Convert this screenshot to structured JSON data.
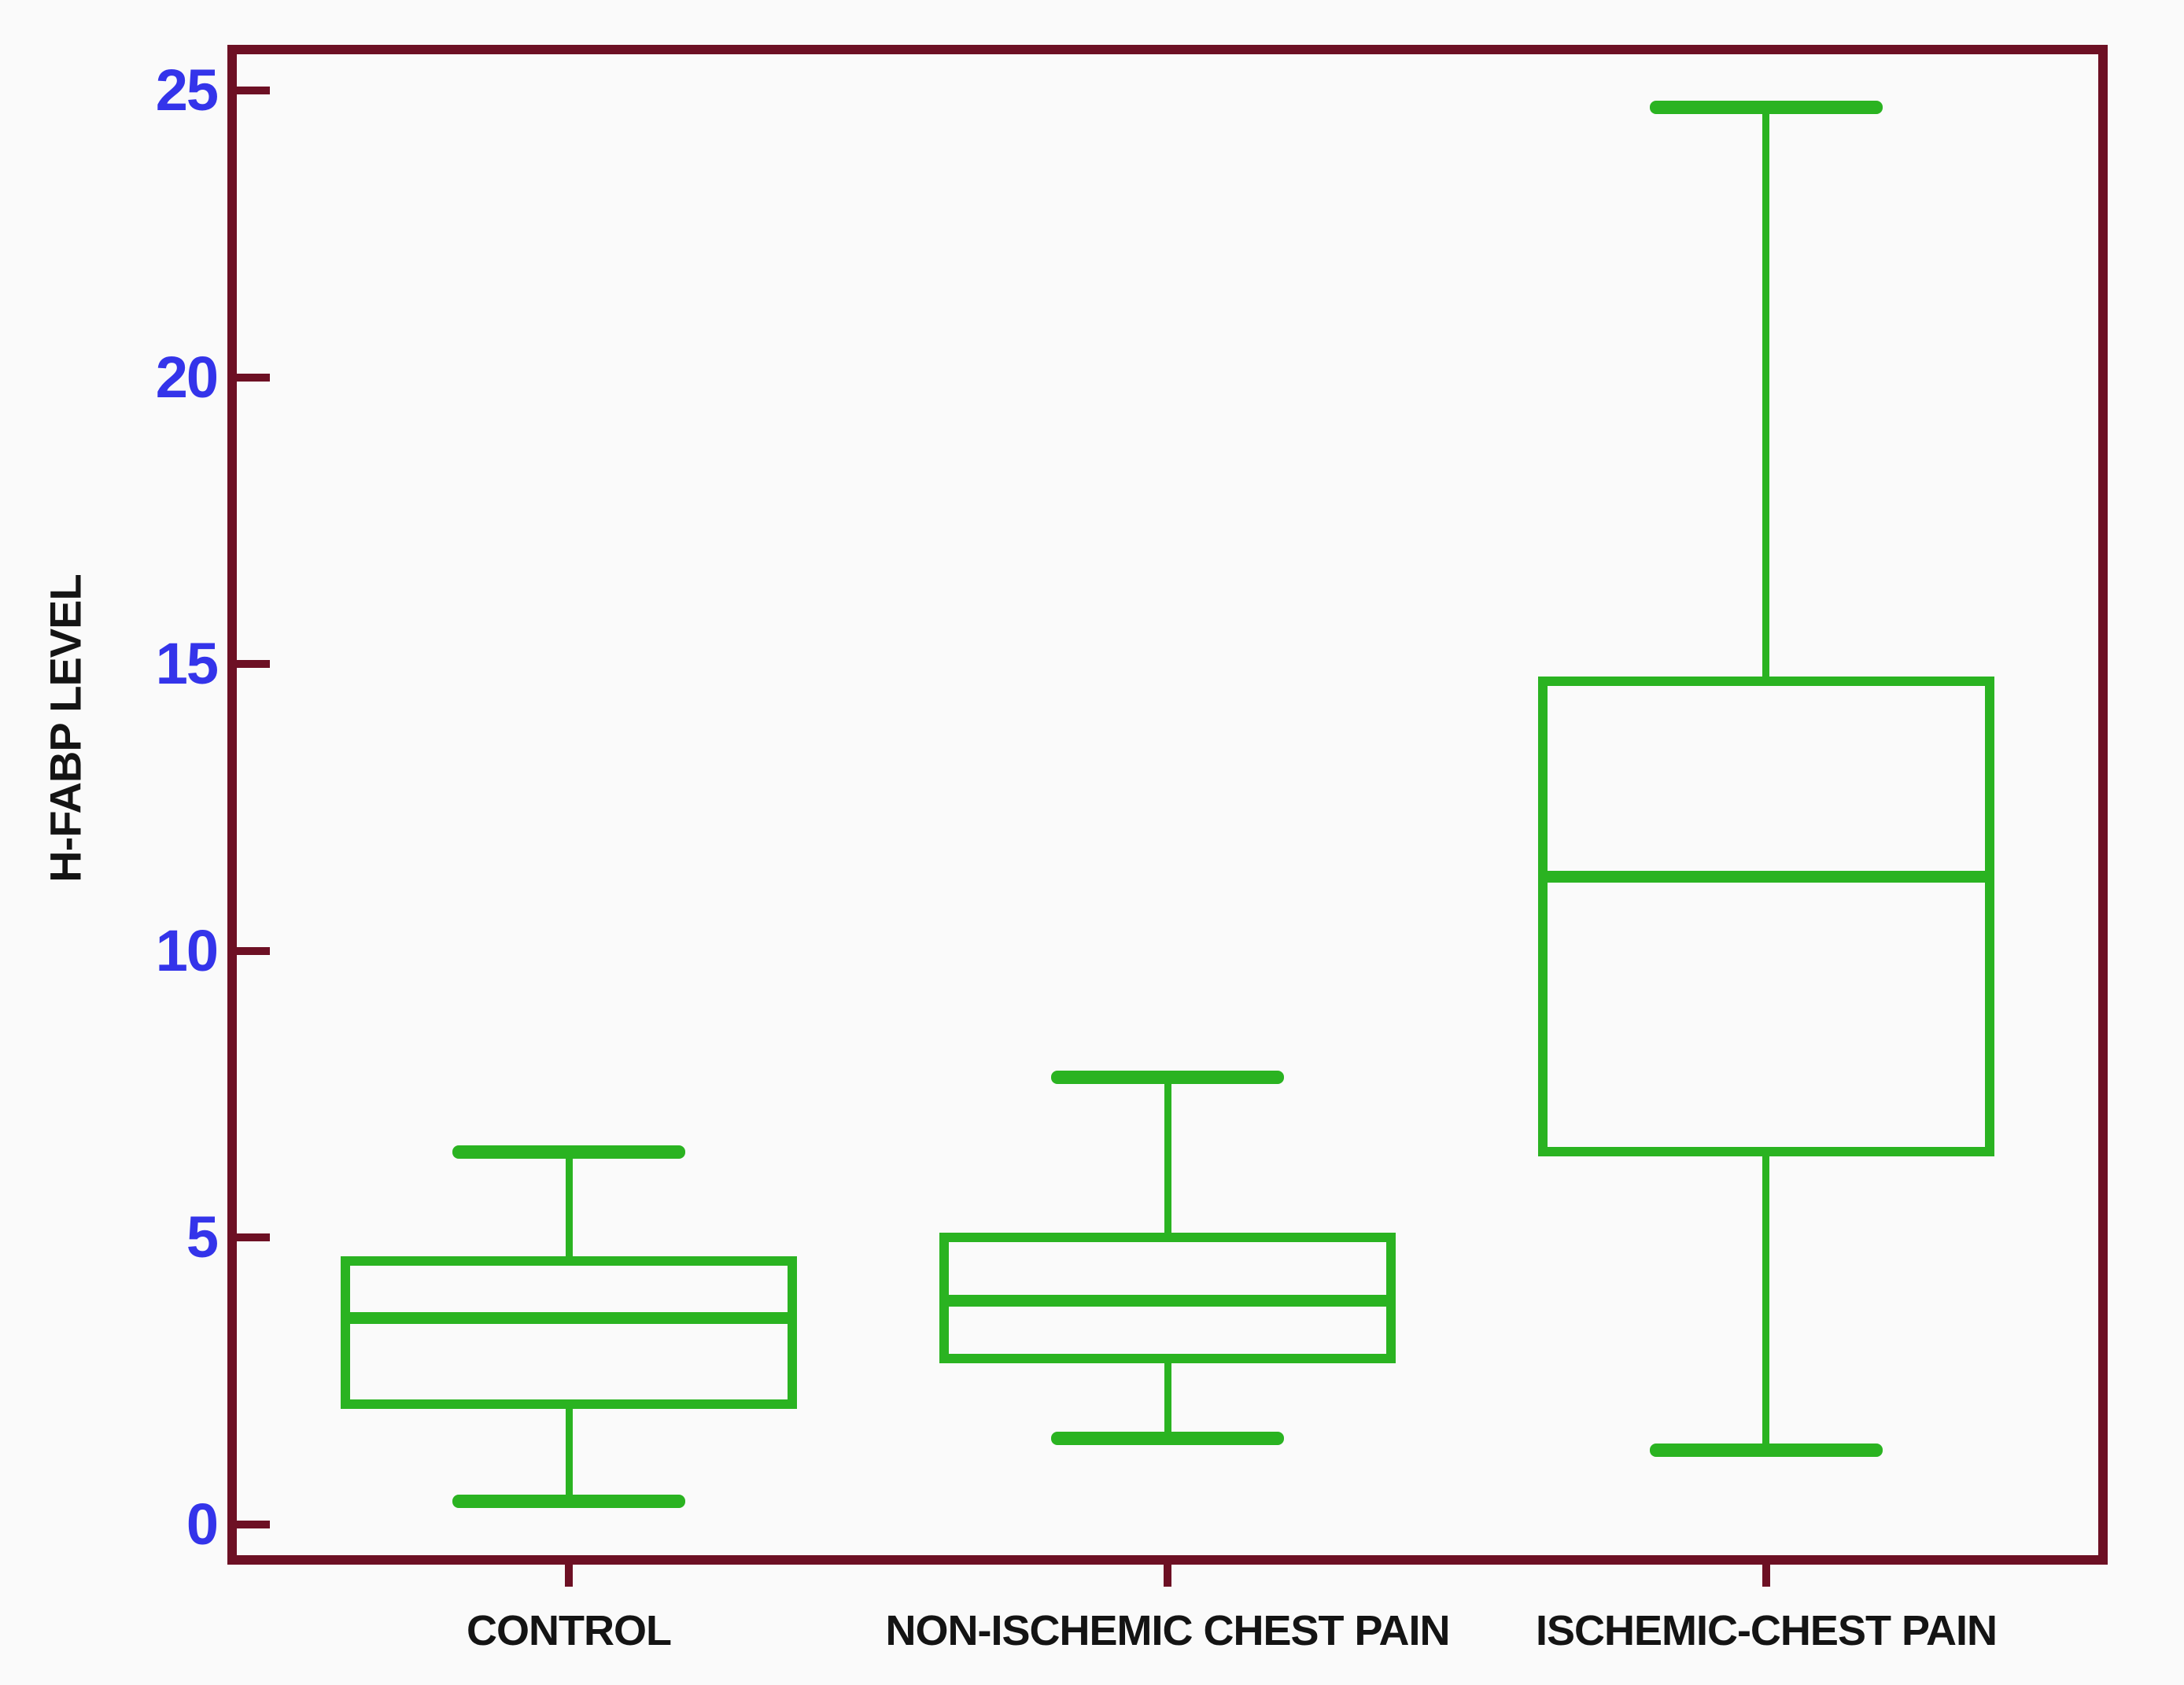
{
  "figure": {
    "colors": {
      "background": "#fafafa",
      "frame": "#6d1024",
      "box": "#2ab321",
      "tick_label": "#3434ea",
      "text": "#141414"
    }
  },
  "chart_data": {
    "type": "boxplot",
    "title": "",
    "xlabel": "",
    "ylabel": "H-FABP LEVEL",
    "ylim": [
      -0.6,
      25.7
    ],
    "y_ticks": [
      0,
      5,
      10,
      15,
      20,
      25
    ],
    "grid": false,
    "legend": false,
    "categories": [
      "CONTROL",
      "NON-ISCHEMIC CHEST PAIN",
      "ISCHEMIC-CHEST PAIN"
    ],
    "series": [
      {
        "name": "CONTROL",
        "min": 0.4,
        "q1": 2.1,
        "median": 3.6,
        "q3": 4.6,
        "max": 6.5
      },
      {
        "name": "NON-ISCHEMIC CHEST PAIN",
        "min": 1.5,
        "q1": 2.9,
        "median": 3.9,
        "q3": 5.0,
        "max": 7.8
      },
      {
        "name": "ISCHEMIC-CHEST PAIN",
        "min": 1.3,
        "q1": 6.5,
        "median": 11.3,
        "q3": 14.7,
        "max": 24.7
      }
    ]
  }
}
